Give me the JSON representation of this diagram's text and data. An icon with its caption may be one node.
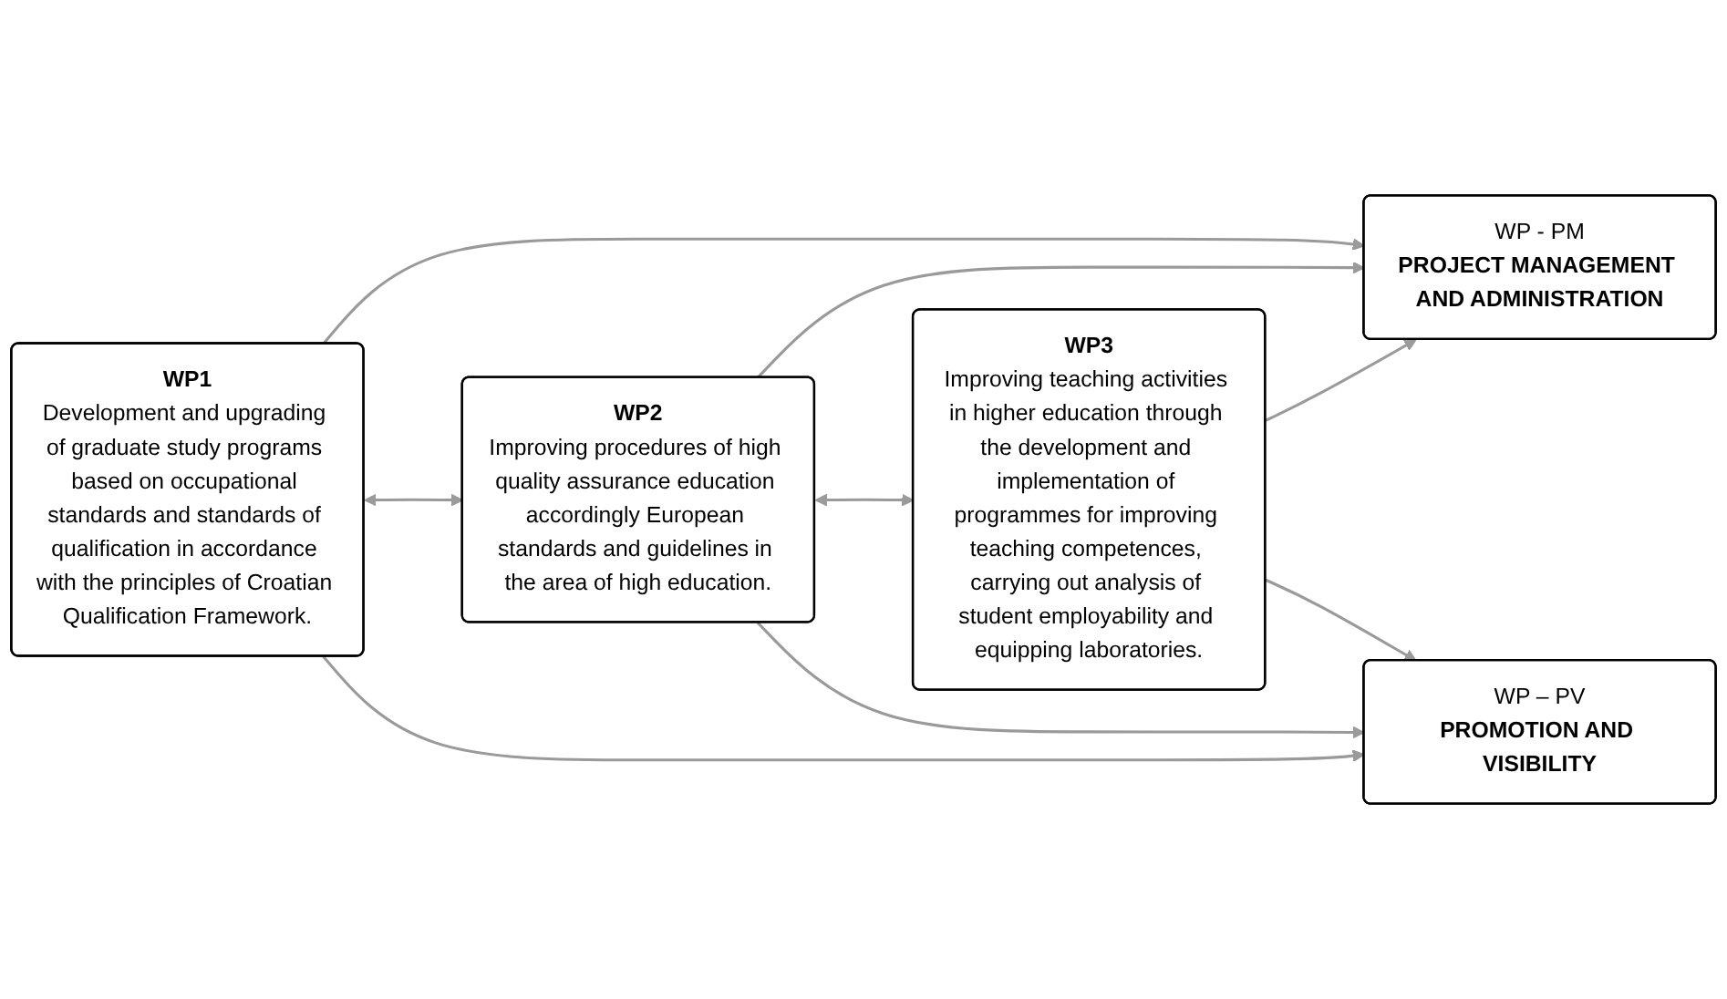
{
  "diagram": {
    "nodes": [
      {
        "text": [
          "WP - PM",
          "PROJECT MANAGEMENT AND ADMINISTRATION"
        ]
      },
      {
        "text": [
          "WP1",
          "Development and upgrading of graduate study programs based on occupational standards and standards of qualification in accordance with the principles of Croatian Qualification Framework."
        ]
      },
      {
        "text": [
          "WP2",
          "Improving procedures of high quality assurance education accordingly European standards and guidelines in the area of high education."
        ]
      },
      {
        "text": [
          "WP3",
          "Improving teaching activities in higher education through the development and implementation of programmes for improving teaching competences, carrying out analysis of student employability and equipping laboratories."
        ]
      },
      {
        "text": [
          "WP – PV",
          "PROMOTION AND VISIBILITY"
        ]
      }
    ],
    "edges": [
      {
        "from": 1,
        "to": 0,
        "arrow": "to"
      },
      {
        "from": 2,
        "to": 0,
        "arrow": "to"
      },
      {
        "from": 3,
        "to": 0,
        "arrow": "to"
      },
      {
        "from": 1,
        "to": 2,
        "arrow": "both"
      },
      {
        "from": 2,
        "to": 3,
        "arrow": "both"
      },
      {
        "from": 1,
        "to": 4,
        "arrow": "to"
      },
      {
        "from": 2,
        "to": 4,
        "arrow": "to"
      },
      {
        "from": 3,
        "to": 4,
        "arrow": "to"
      }
    ]
  }
}
